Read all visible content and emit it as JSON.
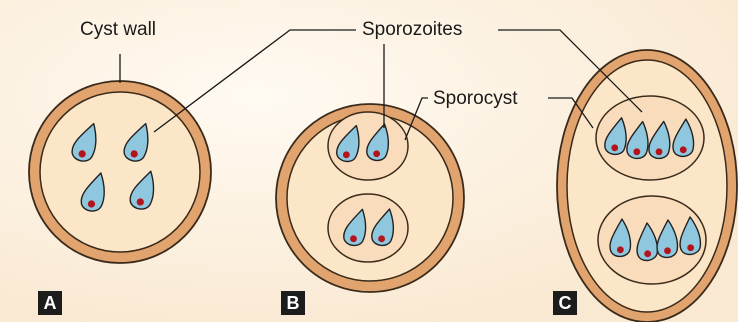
{
  "labels": {
    "cyst_wall": "Cyst wall",
    "sporozoites": "Sporozoites",
    "sporocyst": "Sporocyst"
  },
  "panels": [
    {
      "tag": "A",
      "sporocysts": 0,
      "sporozoites": 4
    },
    {
      "tag": "B",
      "sporocysts": 2,
      "sporozoites_per_sporocyst": 2
    },
    {
      "tag": "C",
      "sporocysts": 2,
      "sporozoites_per_sporocyst": 4
    }
  ],
  "colors": {
    "background": "#fdf4e6",
    "cyst_wall": "#e2a46e",
    "cyst_wall_outline": "#3a2a1a",
    "cyst_interior": "#fbe6c8",
    "sporocyst_fill": "#f8dcbc",
    "sporozoite_fill": "#8ec7de",
    "nucleus": "#b3141c",
    "outline": "#222222",
    "tag_background": "#1c1c1c",
    "tag_text": "#ffffff"
  }
}
